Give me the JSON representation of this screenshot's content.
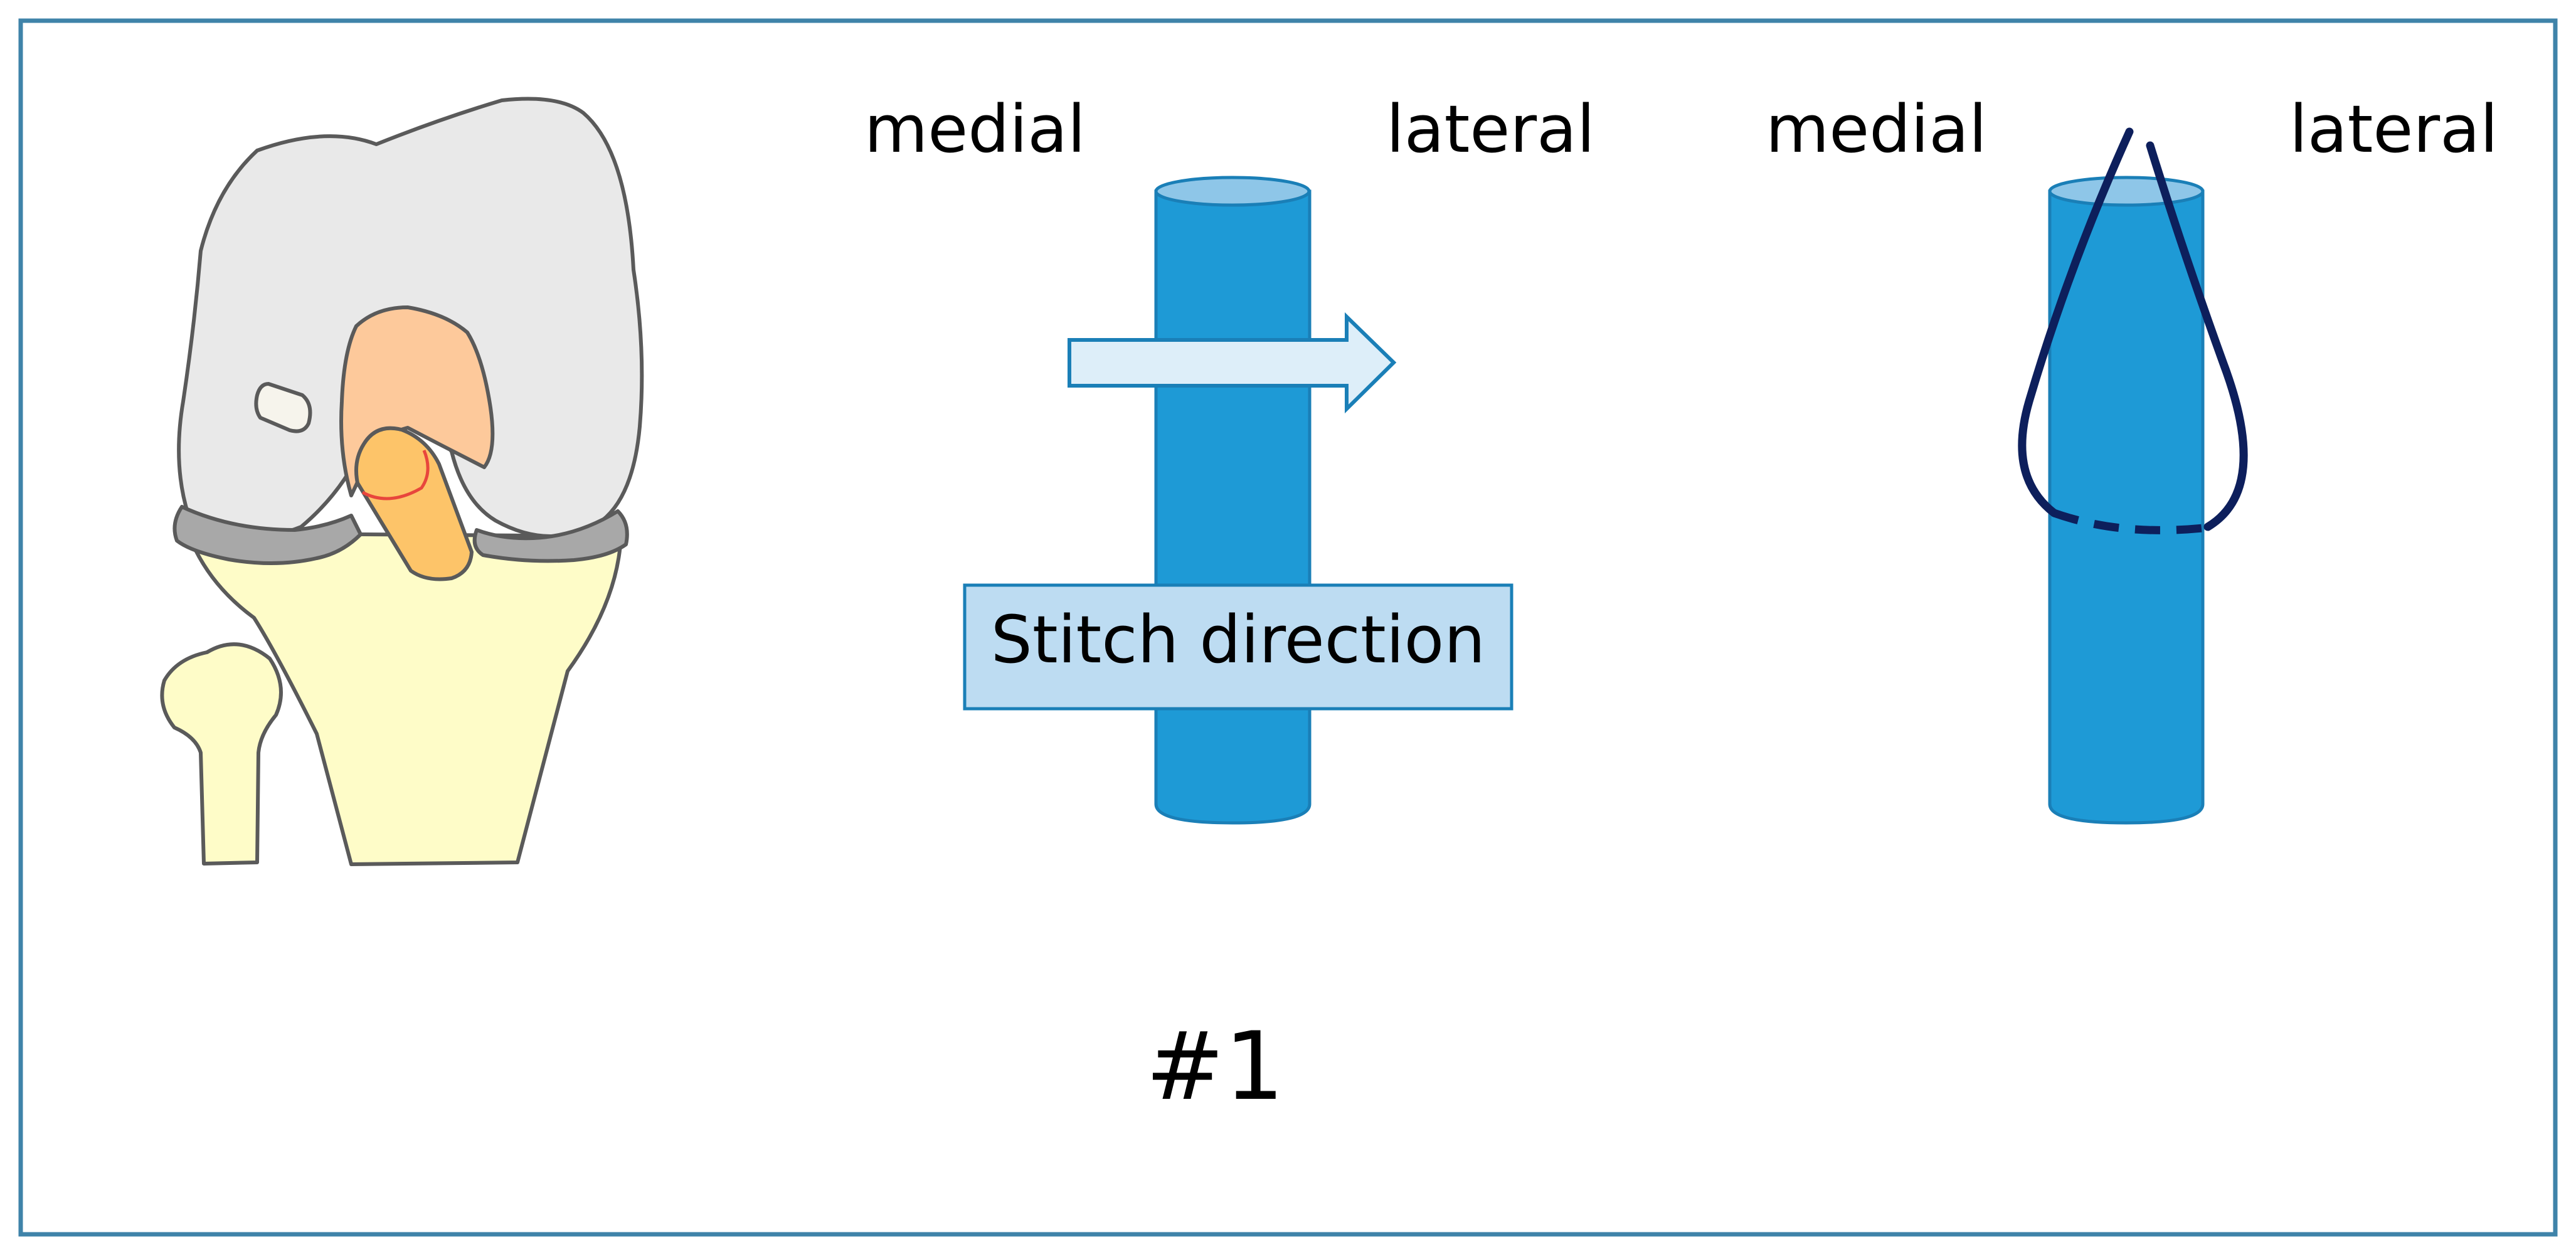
{
  "left_panel": {
    "medial_label": "medial",
    "lateral_label": "lateral",
    "arrow_label": "Stitch direction"
  },
  "right_panel": {
    "medial_label": "medial",
    "lateral_label": "lateral"
  },
  "figure_number": "#1",
  "colors": {
    "frame": "#3f83a9",
    "cylinder": "#1e9ad6",
    "cylinder_top": "#8ec6e8",
    "cylinder_edge": "#1a7fb7",
    "arrow_fill": "#ddeef9",
    "label_box_fill": "#bddcf2",
    "suture": "#0d1f5c",
    "femur": "#e9e9e9",
    "meniscus": "#a8a8a8",
    "tibia": "#fefcc8",
    "acl_stump": "#fdc99b",
    "graft": "#fdc469",
    "graft_mark": "#e8463c"
  }
}
